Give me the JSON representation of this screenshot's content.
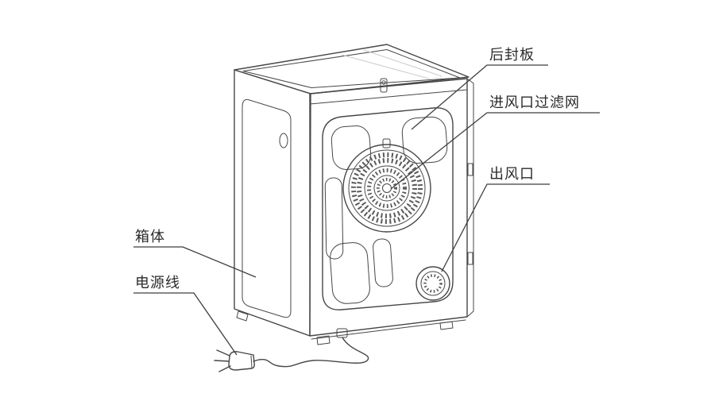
{
  "figure": {
    "type": "appliance-rear-view-diagram",
    "background_color": "#ffffff",
    "line_color": "#474747",
    "text_color": "#2b2b2b"
  },
  "labels": {
    "rear_panel": "后封板",
    "inlet_filter": "进风口过滤网",
    "air_outlet": "出风口",
    "cabinet": "箱体",
    "power_cord": "电源线"
  }
}
